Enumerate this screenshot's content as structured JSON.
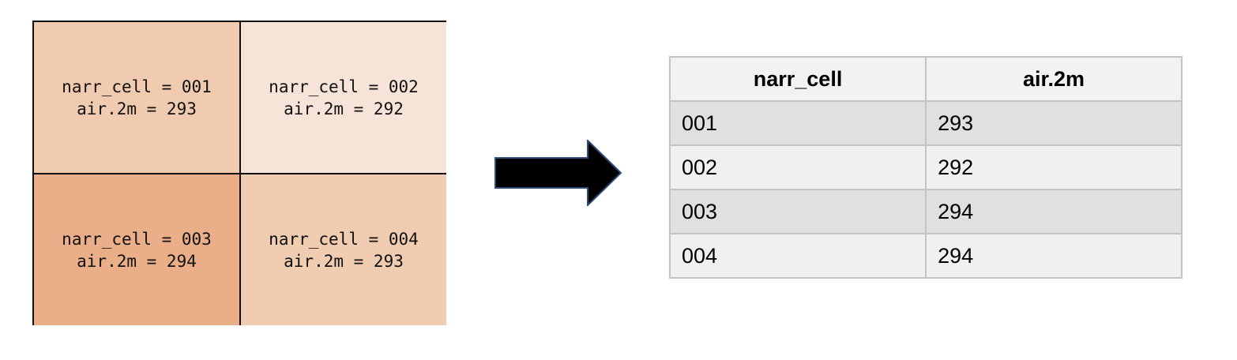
{
  "grid": {
    "cells": [
      {
        "cell_text": "narr_cell = 001",
        "value_text": "air.2m = 293",
        "color": "#f0cbb0"
      },
      {
        "cell_text": "narr_cell = 002",
        "value_text": "air.2m = 292",
        "color": "#f7e4d8"
      },
      {
        "cell_text": "narr_cell = 003",
        "value_text": "air.2m = 294",
        "color": "#eaaf88"
      },
      {
        "cell_text": "narr_cell = 004",
        "value_text": "air.2m = 293",
        "color": "#f0ccb1"
      }
    ]
  },
  "arrow": {
    "icon": "right-arrow-icon",
    "fill": "#000000",
    "stroke": "#2e4d7a"
  },
  "table": {
    "headers": [
      "narr_cell",
      "air.2m"
    ],
    "rows": [
      [
        "001",
        "293"
      ],
      [
        "002",
        "292"
      ],
      [
        "003",
        "294"
      ],
      [
        "004",
        "294"
      ]
    ]
  }
}
